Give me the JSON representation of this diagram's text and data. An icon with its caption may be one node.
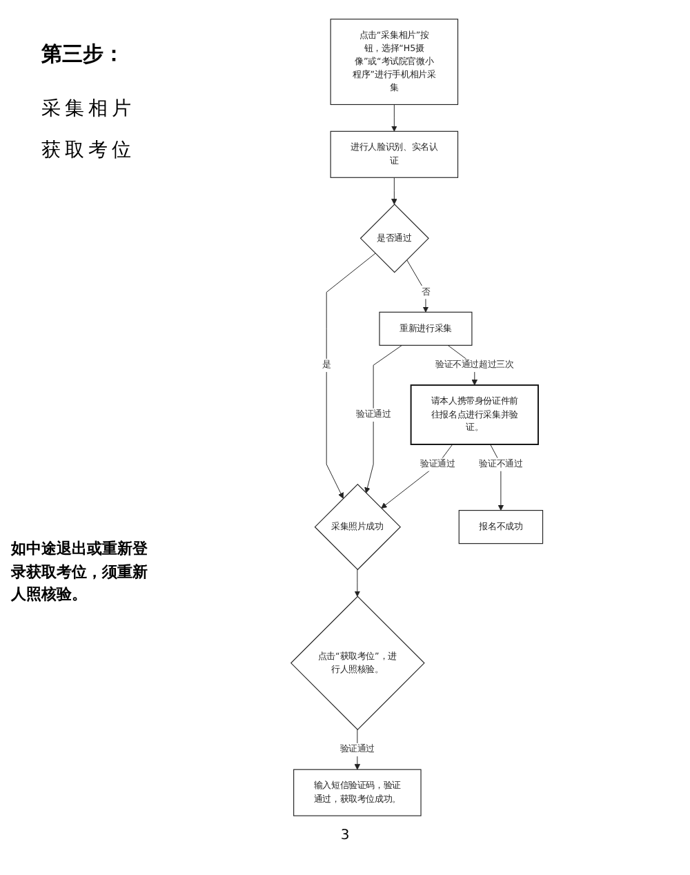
{
  "diagram": {
    "title": "第三步：",
    "nodes": [
      {
        "text": [
          "点击“采集相片”按钮，选择“H5摄像”或“考试院官微小程序”进行手机相片采集"
        ]
      },
      {
        "text": [
          "进行人脸识别、实名认证"
        ]
      },
      {
        "text": [
          "是否通过"
        ]
      },
      {
        "text": [
          "重新进行采集"
        ]
      },
      {
        "text": [
          "采集照片成功"
        ]
      },
      {
        "text": [
          "请本人携带身份证件前往报名点进行采集并验证。"
        ]
      },
      {
        "text": [
          "报名不成功"
        ]
      },
      {
        "text": [
          "点击“获取考位”，进行人照核验。"
        ]
      },
      {
        "text": [
          "输入短信验证码，验证通过，获取考位成功。"
        ]
      }
    ],
    "edges": [
      {
        "from": 0,
        "to": 1,
        "arrow": "to"
      },
      {
        "from": 1,
        "to": 2,
        "arrow": "to"
      },
      {
        "from": 2,
        "to": 3,
        "arrow": "to",
        "label": "否"
      },
      {
        "from": 2,
        "to": 4,
        "arrow": "to",
        "label": "是"
      },
      {
        "from": 3,
        "to": 4,
        "arrow": "to",
        "label": "验证通过"
      },
      {
        "from": 3,
        "to": 5,
        "arrow": "to",
        "label": "验证不通过超过三次"
      },
      {
        "from": 5,
        "to": 4,
        "arrow": "to",
        "label": "验证通过"
      },
      {
        "from": 5,
        "to": 6,
        "arrow": "to",
        "label": "验证不通过"
      },
      {
        "from": 4,
        "to": 7,
        "arrow": "to"
      },
      {
        "from": 7,
        "to": 8,
        "arrow": "to",
        "label": "验证通过"
      }
    ],
    "labels": [
      "采集相片",
      "获取考位",
      "如中途退出或重新登录获取考位，须重新人照核验。",
      "3"
    ]
  }
}
